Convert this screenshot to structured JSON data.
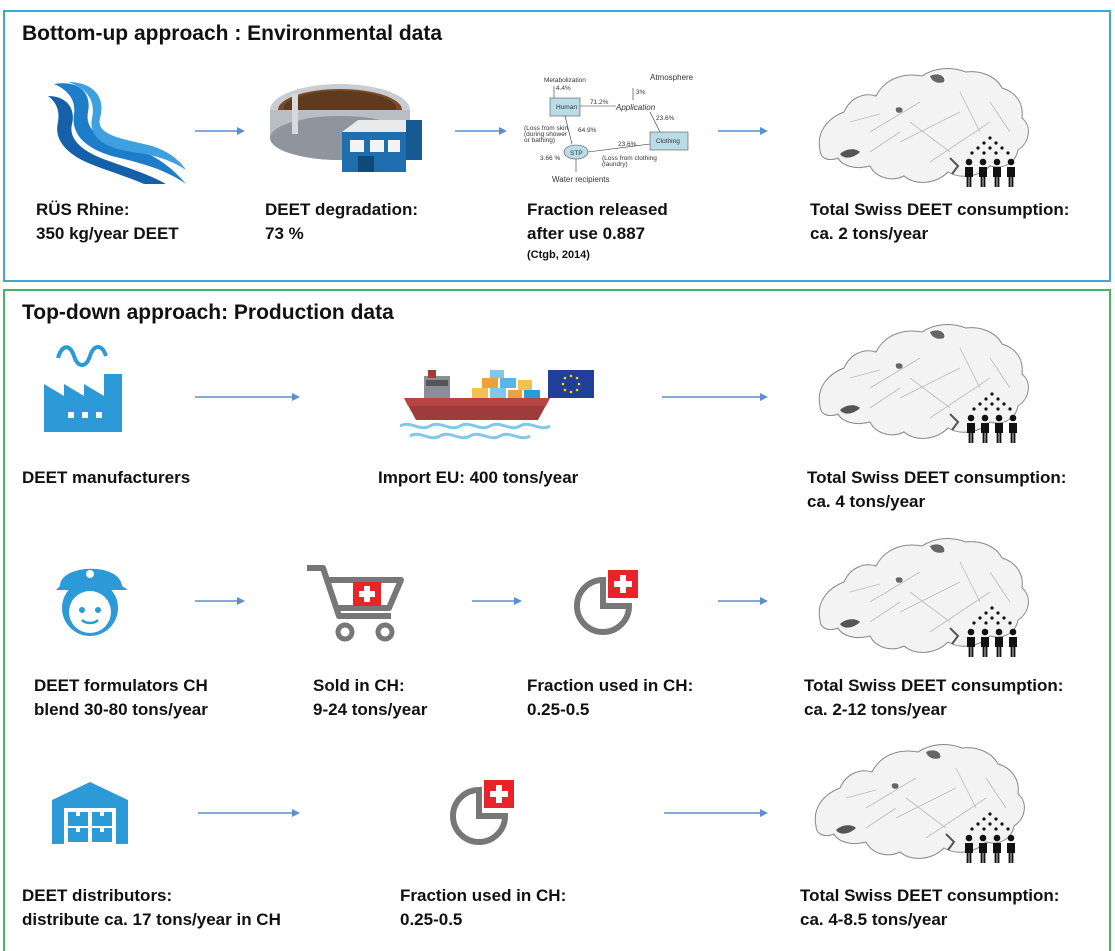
{
  "bottom_up": {
    "title": "Bottom-up approach : Environmental data",
    "steps": [
      {
        "line1": "RÜS Rhine:",
        "line2": "350 kg/year DEET"
      },
      {
        "line1": "DEET degradation:",
        "line2": " 73 %"
      },
      {
        "line1": "Fraction released",
        "line2": "after use 0.887",
        "note": "(Ctgb, 2014)"
      },
      {
        "line1": "Total Swiss DEET consumption:",
        "line2": "ca. 2 tons/year"
      }
    ],
    "mini_diagram": {
      "atmosphere": "Atmosphere",
      "human": "Human",
      "application": "Application",
      "clothing": "Clothing",
      "stp": "STP",
      "water": "Water recipients",
      "metabolization": "Metabolization",
      "p_4_4": "4.4%",
      "p_3": "3%",
      "p_71_2": "71.2%",
      "p_23_6": "23.6%",
      "p_64_9": "64.9%",
      "p_23_6b": "23.6%",
      "p_3_66": "3.66 %",
      "loss_skin": "(Loss from skin",
      "loss_skin2": "(during shower",
      "loss_skin3": "or bathing)",
      "loss_cloth": "(Loss from clothing",
      "loss_cloth2": "(laundry)"
    }
  },
  "top_down": {
    "title": "Top-down approach: Production data",
    "row1": [
      {
        "line1": "DEET manufacturers"
      },
      {
        "line1": "Import EU: 400 tons/year"
      },
      {
        "line1": "Total Swiss DEET consumption:",
        "line2": "ca. 4 tons/year"
      }
    ],
    "row2": [
      {
        "line1": "DEET formulators CH",
        "line2": "blend 30-80 tons/year"
      },
      {
        "line1": "Sold in CH:",
        "line2": "9-24 tons/year"
      },
      {
        "line1": "Fraction used in CH:",
        "line2": "0.25-0.5"
      },
      {
        "line1": "Total Swiss DEET consumption:",
        "line2": "ca. 2-12 tons/year"
      }
    ],
    "row3": [
      {
        "line1": "DEET distributors:",
        "line2": "distribute ca. 17 tons/year in CH"
      },
      {
        "line1": "Fraction used in CH:",
        "line2": "0.25-0.5"
      },
      {
        "line1": "Total Swiss DEET consumption:",
        "line2": "ca. 4-8.5 tons/year"
      }
    ]
  },
  "colors": {
    "top_border": "#3aa9d6",
    "bottom_border": "#44b563",
    "arrow": "#5b8fd1",
    "icon_blue": "#2b9ad6",
    "swiss_red": "#e8232a",
    "river": "#1e7dc8"
  },
  "icons": [
    "river-icon",
    "treatment-plant-icon",
    "fate-diagram",
    "switzerland-map-icon",
    "people-icon",
    "factory-icon",
    "ship-icon",
    "eu-flag-icon",
    "worker-icon",
    "shopping-cart-icon",
    "pie-chart-icon",
    "warehouse-icon"
  ]
}
